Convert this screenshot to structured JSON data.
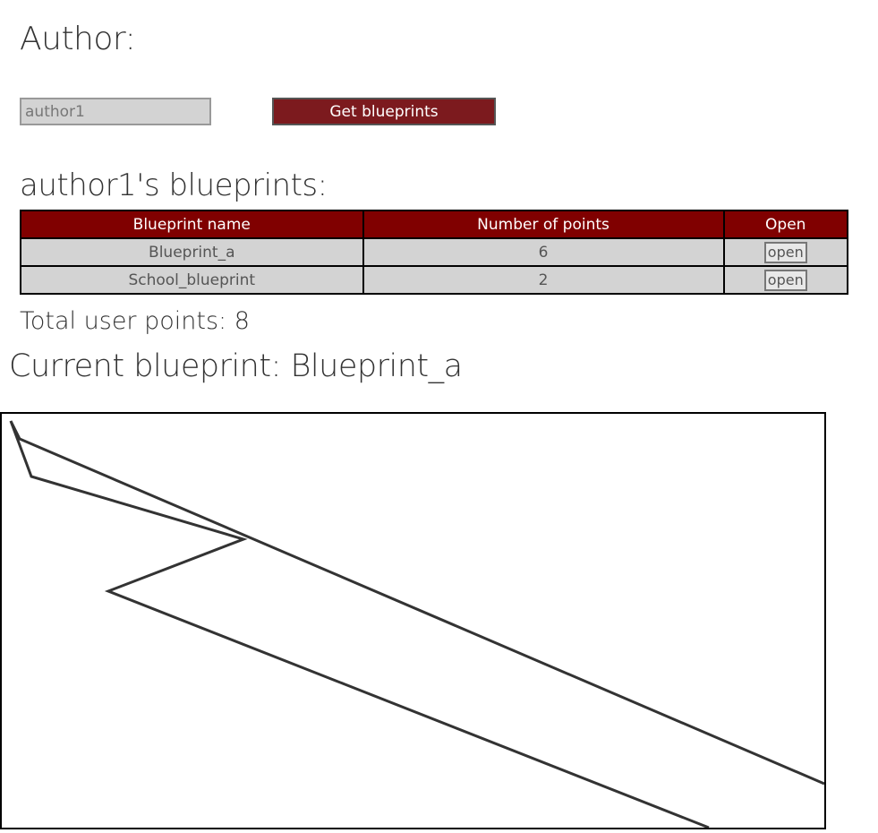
{
  "author_form": {
    "heading": "Author:",
    "input_value": "author1",
    "button_label": "Get blueprints"
  },
  "blueprints_section": {
    "heading": "author1's blueprints:",
    "columns": [
      "Blueprint name",
      "Number of points",
      "Open"
    ],
    "rows": [
      {
        "name": "Blueprint_a",
        "points": "6",
        "open_label": "open"
      },
      {
        "name": "School_blueprint",
        "points": "2",
        "open_label": "open"
      }
    ],
    "total_label": "Total user points: 8"
  },
  "current_blueprint": {
    "label": "Current blueprint: Blueprint_a"
  },
  "colors": {
    "header_bg": "#800000",
    "button_bg": "#7c1a1e",
    "row_bg": "#d3d3d3"
  }
}
